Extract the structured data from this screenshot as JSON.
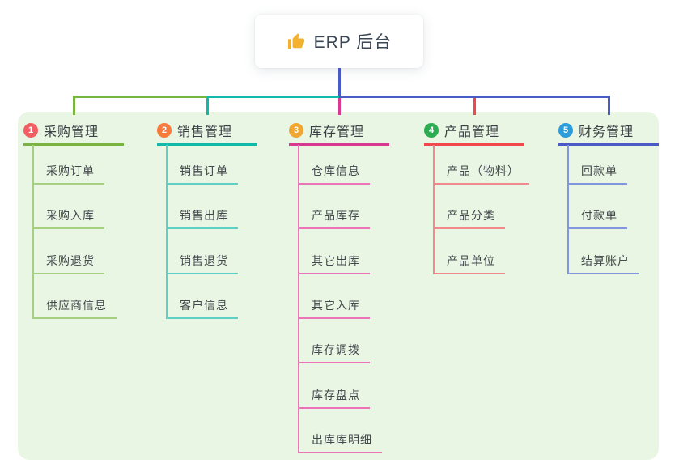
{
  "root": {
    "title": "ERP 后台",
    "icon": "thumbs-up"
  },
  "colors": {
    "page_background": "#ffffff",
    "panel_background": "#e9f6e3",
    "root_connector": "#4a5bc8",
    "title_text": "#3b4754",
    "branch_text": "#3a4046",
    "child_text": "#43484e",
    "thumb_icon": "#f2b230"
  },
  "branches": [
    {
      "number": "1",
      "label": "采购管理",
      "badge_color": "#f15f62",
      "line_color": "#79b441",
      "child_line_color": "#a5cf81",
      "children": [
        "采购订单",
        "采购入库",
        "采购退货",
        "供应商信息"
      ]
    },
    {
      "number": "2",
      "label": "销售管理",
      "badge_color": "#f57c3c",
      "line_color": "#10b9a8",
      "child_line_color": "#5fd0c4",
      "children": [
        "销售订单",
        "销售出库",
        "销售退货",
        "客户信息"
      ]
    },
    {
      "number": "3",
      "label": "库存管理",
      "badge_color": "#f0a732",
      "line_color": "#d83a92",
      "child_line_color": "#ec74b8",
      "children": [
        "仓库信息",
        "产品库存",
        "其它出库",
        "其它入库",
        "库存调拨",
        "库存盘点",
        "出库库明细"
      ]
    },
    {
      "number": "4",
      "label": "产品管理",
      "badge_color": "#2bae52",
      "line_color": "#f1484e",
      "child_line_color": "#f4898d",
      "children": [
        "产品（物料）",
        "产品分类",
        "产品单位"
      ]
    },
    {
      "number": "5",
      "label": "财务管理",
      "badge_color": "#2d9cdb",
      "line_color": "#4a5bc8",
      "child_line_color": "#8296de",
      "children": [
        "回款单",
        "付款单",
        "结算账户"
      ]
    }
  ]
}
